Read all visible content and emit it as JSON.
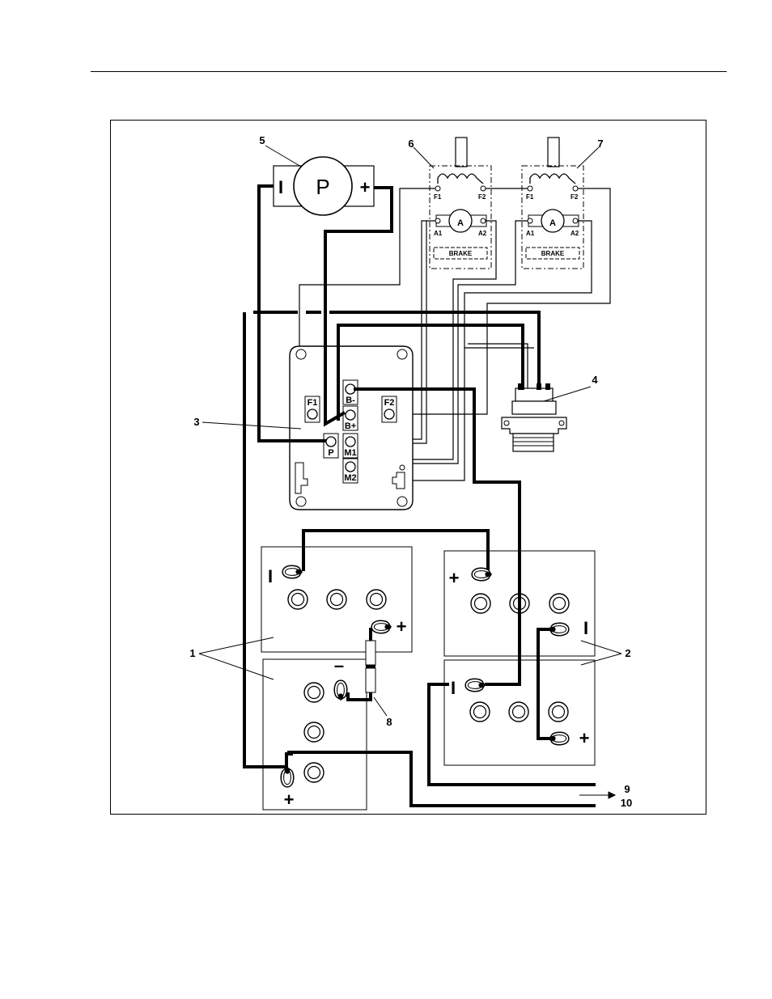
{
  "callouts": {
    "c1": "1",
    "c2": "2",
    "c3": "3",
    "c4": "4",
    "c5": "5",
    "c6": "6",
    "c7": "7",
    "c8": "8",
    "c9": "9",
    "c10": "10"
  },
  "pump": {
    "letter": "P",
    "neg": "I",
    "pos": "+"
  },
  "motor_left": {
    "field1": "F1",
    "field2": "F2",
    "arm1": "A1",
    "arm2": "A2",
    "armature": "A",
    "brake": "BRAKE"
  },
  "motor_right": {
    "field1": "F1",
    "field2": "F2",
    "arm1": "A1",
    "arm2": "A2",
    "armature": "A",
    "brake": "BRAKE"
  },
  "controller": {
    "f1": "F1",
    "f2": "F2",
    "bneg": "B-",
    "bpos": "B+",
    "p": "P",
    "m1": "M1",
    "m2": "M2"
  },
  "battery_signs": {
    "b1_neg": "I",
    "b1_pos": "+",
    "b2_neg": "I",
    "b2_pos": "+",
    "b3_minus": "–",
    "b3_pos": "+",
    "b4_neg": "I",
    "b4_pos": "+"
  }
}
